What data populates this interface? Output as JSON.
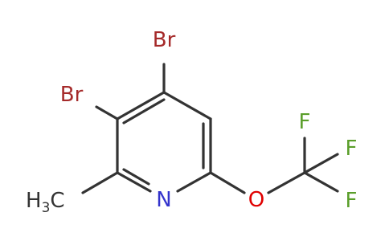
{
  "molecule": {
    "atoms": {
      "br4": "Br",
      "br3": "Br",
      "n": "N",
      "o": "O",
      "f_top": "F",
      "f_right": "F",
      "f_bottom": "F",
      "methyl_h": "H",
      "methyl_sub": "3",
      "methyl_c": "C"
    },
    "colors": {
      "bromine": "#a52a2a",
      "nitrogen": "#3333cc",
      "oxygen": "#e00000",
      "fluorine": "#5a9e2a",
      "carbon": "#333333",
      "bond": "#333333"
    }
  }
}
